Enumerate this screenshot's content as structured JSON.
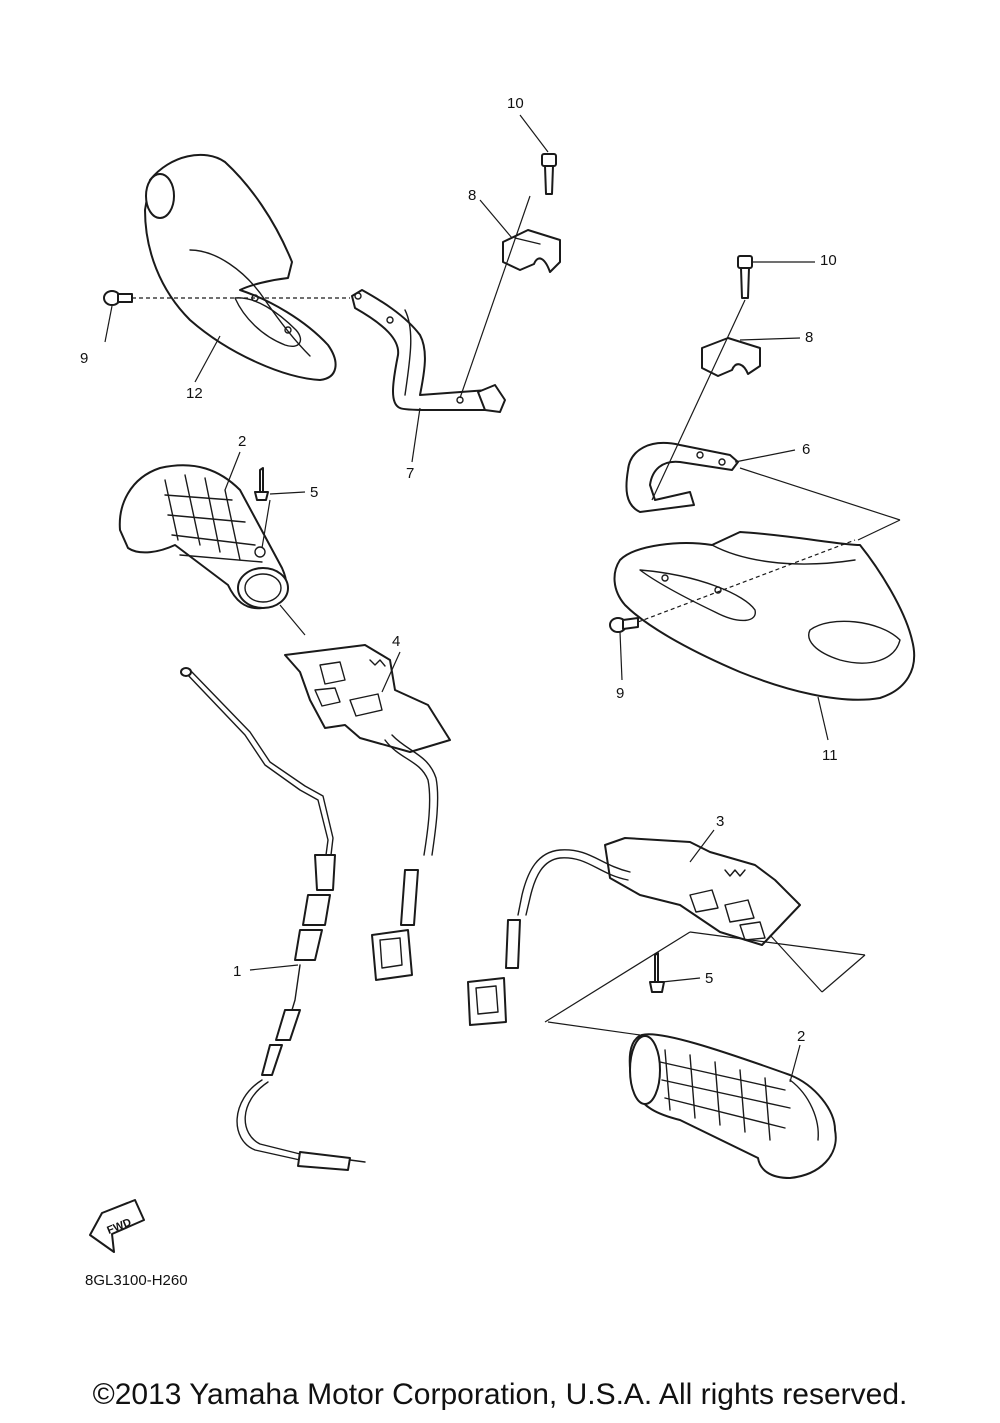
{
  "diagram": {
    "code": "8GL3100-H260",
    "fwd_label": "FWD",
    "copyright": "©2013 Yamaha Motor Corporation, U.S.A. All rights reserved.",
    "callouts": {
      "c10a": "10",
      "c8a": "8",
      "c9a": "9",
      "c12": "12",
      "c7": "7",
      "c2a": "2",
      "c5a": "5",
      "c4": "4",
      "c10b": "10",
      "c8b": "8",
      "c6": "6",
      "c9b": "9",
      "c11": "11",
      "c1": "1",
      "c3": "3",
      "c5b": "5",
      "c2b": "2"
    }
  }
}
